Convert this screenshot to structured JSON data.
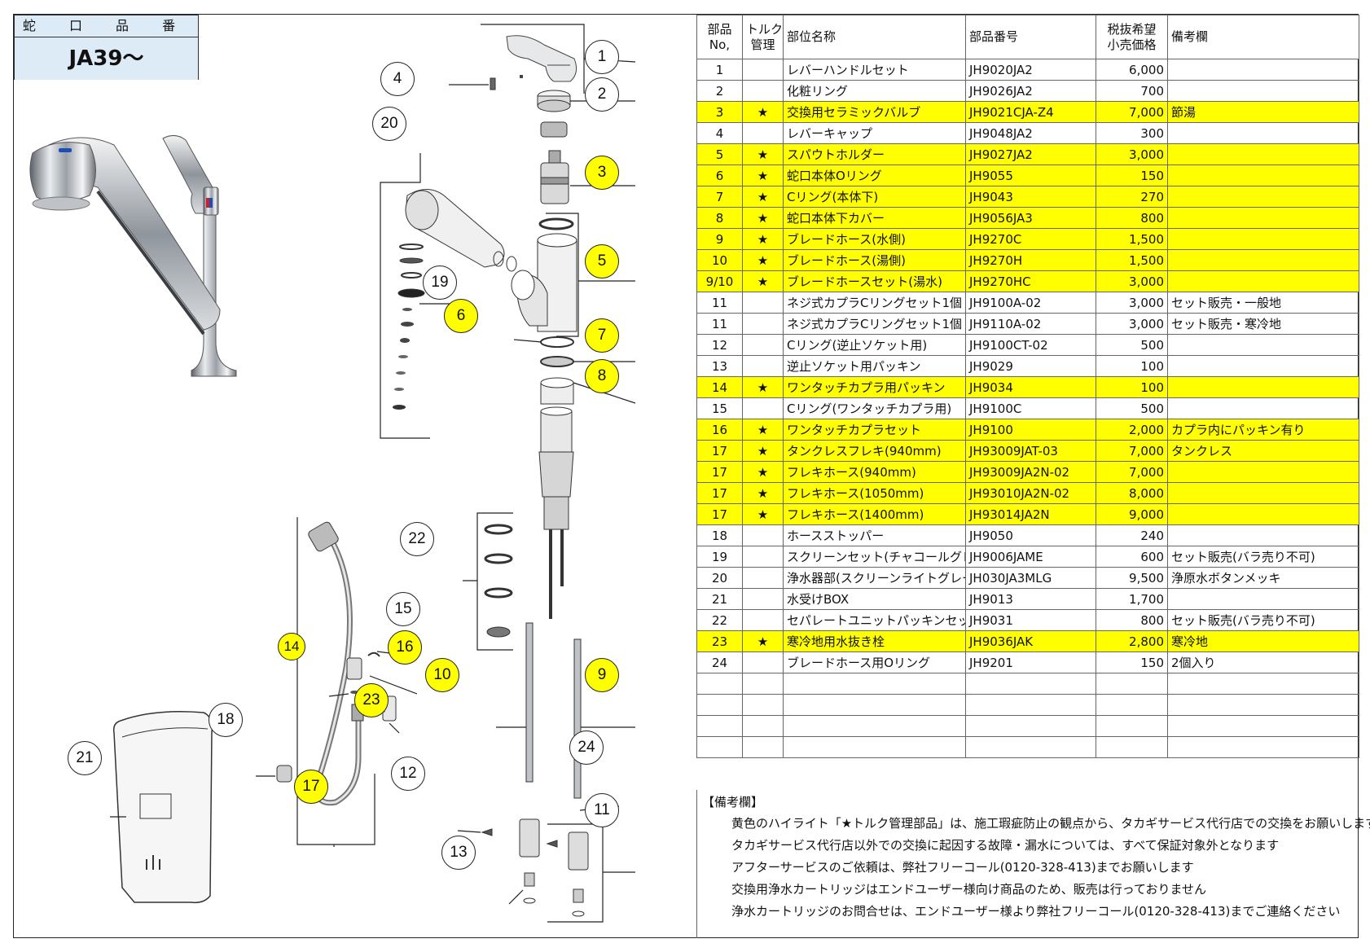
{
  "header": {
    "label": "蛇 口 品 番",
    "value": "JA39〜"
  },
  "table": {
    "columns": [
      "部品\nNo,",
      "トルク\n管理",
      "部位名称",
      "部品番号",
      "税抜希望\n小売価格",
      "備考欄"
    ],
    "rows": [
      {
        "no": "1",
        "torque": "",
        "name": "レバーハンドルセット",
        "code": "JH9020JA2",
        "price": "6,000",
        "note": "",
        "hl": false
      },
      {
        "no": "2",
        "torque": "",
        "name": "化粧リング",
        "code": "JH9026JA2",
        "price": "700",
        "note": "",
        "hl": false
      },
      {
        "no": "3",
        "torque": "★",
        "name": "交換用セラミックバルブ",
        "code": "JH9021CJA-Z4",
        "price": "7,000",
        "note": "節湯",
        "hl": true
      },
      {
        "no": "4",
        "torque": "",
        "name": "レバーキャップ",
        "code": "JH9048JA2",
        "price": "300",
        "note": "",
        "hl": false
      },
      {
        "no": "5",
        "torque": "★",
        "name": "スパウトホルダー",
        "code": "JH9027JA2",
        "price": "3,000",
        "note": "",
        "hl": true
      },
      {
        "no": "6",
        "torque": "★",
        "name": "蛇口本体Oリング",
        "code": "JH9055",
        "price": "150",
        "note": "",
        "hl": true
      },
      {
        "no": "7",
        "torque": "★",
        "name": "Cリング(本体下)",
        "code": "JH9043",
        "price": "270",
        "note": "",
        "hl": true
      },
      {
        "no": "8",
        "torque": "★",
        "name": "蛇口本体下カバー",
        "code": "JH9056JA3",
        "price": "800",
        "note": "",
        "hl": true
      },
      {
        "no": "9",
        "torque": "★",
        "name": "ブレードホース(水側)",
        "code": "JH9270C",
        "price": "1,500",
        "note": "",
        "hl": true
      },
      {
        "no": "10",
        "torque": "★",
        "name": "ブレードホース(湯側)",
        "code": "JH9270H",
        "price": "1,500",
        "note": "",
        "hl": true
      },
      {
        "no": "9/10",
        "torque": "★",
        "name": "ブレードホースセット(湯水)",
        "code": "JH9270HC",
        "price": "3,000",
        "note": "",
        "hl": true
      },
      {
        "no": "11",
        "torque": "",
        "name": "ネジ式カプラCリングセット1個",
        "code": "JH9100A-02",
        "price": "3,000",
        "note": "セット販売・一般地",
        "hl": false
      },
      {
        "no": "11",
        "torque": "",
        "name": "ネジ式カプラCリングセット1個",
        "code": "JH9110A-02",
        "price": "3,000",
        "note": "セット販売・寒冷地",
        "hl": false
      },
      {
        "no": "12",
        "torque": "",
        "name": "Cリング(逆止ソケット用)",
        "code": "JH9100CT-02",
        "price": "500",
        "note": "",
        "hl": false
      },
      {
        "no": "13",
        "torque": "",
        "name": "逆止ソケット用パッキン",
        "code": "JH9029",
        "price": "100",
        "note": "",
        "hl": false
      },
      {
        "no": "14",
        "torque": "★",
        "name": "ワンタッチカプラ用パッキン",
        "code": "JH9034",
        "price": "100",
        "note": "",
        "hl": true
      },
      {
        "no": "15",
        "torque": "",
        "name": "Cリング(ワンタッチカプラ用)",
        "code": "JH9100C",
        "price": "500",
        "note": "",
        "hl": false
      },
      {
        "no": "16",
        "torque": "★",
        "name": "ワンタッチカプラセット",
        "code": "JH9100",
        "price": "2,000",
        "note": "カプラ内にパッキン有り",
        "hl": true
      },
      {
        "no": "17",
        "torque": "★",
        "name": "タンクレスフレキ(940mm)",
        "code": "JH93009JAT-03",
        "price": "7,000",
        "note": "タンクレス",
        "hl": true
      },
      {
        "no": "17",
        "torque": "★",
        "name": "フレキホース(940mm)",
        "code": "JH93009JA2N-02",
        "price": "7,000",
        "note": "",
        "hl": true
      },
      {
        "no": "17",
        "torque": "★",
        "name": "フレキホース(1050mm)",
        "code": "JH93010JA2N-02",
        "price": "8,000",
        "note": "",
        "hl": true
      },
      {
        "no": "17",
        "torque": "★",
        "name": "フレキホース(1400mm)",
        "code": "JH93014JA2N",
        "price": "9,000",
        "note": "",
        "hl": true
      },
      {
        "no": "18",
        "torque": "",
        "name": "ホースストッパー",
        "code": "JH9050",
        "price": "240",
        "note": "",
        "hl": false
      },
      {
        "no": "19",
        "torque": "",
        "name": "スクリーンセット(チャコールグレー)",
        "code": "JH9006JAME",
        "price": "600",
        "note": "セット販売(バラ売り不可)",
        "hl": false
      },
      {
        "no": "20",
        "torque": "",
        "name": "浄水器部(スクリーンライトグレー)",
        "code": "JH030JA3MLG",
        "price": "9,500",
        "note": "浄原水ボタンメッキ",
        "hl": false
      },
      {
        "no": "21",
        "torque": "",
        "name": "水受けBOX",
        "code": "JH9013",
        "price": "1,700",
        "note": "",
        "hl": false
      },
      {
        "no": "22",
        "torque": "",
        "name": "セパレートユニットパッキンセット",
        "code": "JH9031",
        "price": "800",
        "note": "セット販売(バラ売り不可)",
        "hl": false
      },
      {
        "no": "23",
        "torque": "★",
        "name": "寒冷地用水抜き栓",
        "code": "JH9036JAK",
        "price": "2,800",
        "note": "寒冷地",
        "hl": true
      },
      {
        "no": "24",
        "torque": "",
        "name": "ブレードホース用Oリング",
        "code": "JH9201",
        "price": "150",
        "note": "2個入り",
        "hl": false
      },
      {
        "no": "",
        "torque": "",
        "name": "",
        "code": "",
        "price": "",
        "note": "",
        "hl": false
      },
      {
        "no": "",
        "torque": "",
        "name": "",
        "code": "",
        "price": "",
        "note": "",
        "hl": false
      },
      {
        "no": "",
        "torque": "",
        "name": "",
        "code": "",
        "price": "",
        "note": "",
        "hl": false
      },
      {
        "no": "",
        "torque": "",
        "name": "",
        "code": "",
        "price": "",
        "note": "",
        "hl": false
      }
    ]
  },
  "notes": {
    "title": "【備考欄】",
    "lines": [
      "黄色のハイライト「★トルク管理部品」は、施工瑕疵防止の観点から、タカギサービス代行店での交換をお願いします",
      "タカギサービス代行店以外での交換に起因する故障・漏水については、すべて保証対象外となります",
      "アフターサービスのご依頼は、弊社フリーコール(0120-328-413)までお願いします",
      "交換用浄水カートリッジはエンドユーザー様向け商品のため、販売は行っておりません",
      "浄水カートリッジのお問合せは、エンドユーザー様より弊社フリーコール(0120-328-413)までご連絡ください"
    ]
  },
  "callouts": [
    {
      "label": "1",
      "yellow": false
    },
    {
      "label": "2",
      "yellow": false
    },
    {
      "label": "3",
      "yellow": true
    },
    {
      "label": "4",
      "yellow": false
    },
    {
      "label": "5",
      "yellow": true
    },
    {
      "label": "6",
      "yellow": true
    },
    {
      "label": "7",
      "yellow": true
    },
    {
      "label": "8",
      "yellow": true
    },
    {
      "label": "9",
      "yellow": true
    },
    {
      "label": "10",
      "yellow": true
    },
    {
      "label": "11",
      "yellow": false
    },
    {
      "label": "12",
      "yellow": false
    },
    {
      "label": "13",
      "yellow": false
    },
    {
      "label": "14",
      "yellow": true
    },
    {
      "label": "15",
      "yellow": false
    },
    {
      "label": "16",
      "yellow": true
    },
    {
      "label": "17",
      "yellow": true
    },
    {
      "label": "18",
      "yellow": false
    },
    {
      "label": "19",
      "yellow": false
    },
    {
      "label": "20",
      "yellow": false
    },
    {
      "label": "21",
      "yellow": false
    },
    {
      "label": "22",
      "yellow": false
    },
    {
      "label": "23",
      "yellow": true
    },
    {
      "label": "24",
      "yellow": false
    }
  ],
  "colors": {
    "highlight": "#ffff00",
    "header_bg": "#ddebf7",
    "border": "#666666"
  }
}
